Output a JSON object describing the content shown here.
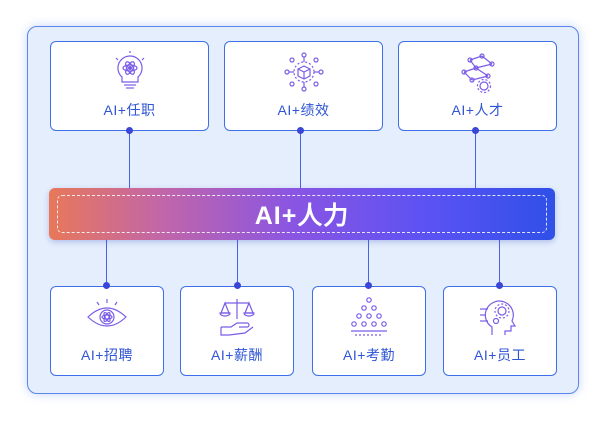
{
  "hub": {
    "label": "AI+人力"
  },
  "top_cards": [
    {
      "label": "AI+任职",
      "icon": "lightbulb-atom-icon"
    },
    {
      "label": "AI+绩效",
      "icon": "network-cube-icon"
    },
    {
      "label": "AI+人才",
      "icon": "brain-gear-icon"
    }
  ],
  "bottom_cards": [
    {
      "label": "AI+招聘",
      "icon": "eye-atom-icon"
    },
    {
      "label": "AI+薪酬",
      "icon": "scale-hand-icon"
    },
    {
      "label": "AI+考勤",
      "icon": "triangle-network-icon"
    },
    {
      "label": "AI+员工",
      "icon": "head-gears-icon"
    }
  ],
  "colors": {
    "accent": "#2f55d4",
    "border": "#3f6fe8",
    "panel": "#e4eefc",
    "gradient_start": "#e8785a",
    "gradient_end": "#2f50e8"
  }
}
